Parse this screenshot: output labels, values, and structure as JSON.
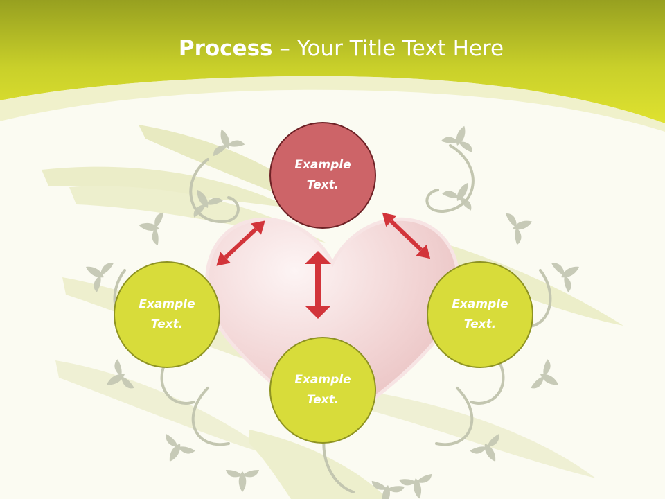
{
  "title": {
    "bold": "Process",
    "rest": " – Your Title Text Here"
  },
  "colors": {
    "header": "#d8dc2a",
    "header_dark": "#9aa022",
    "top_node": "#cd6468",
    "node": "#d8dc3a",
    "arrow": "#d2343a",
    "heart": "#f2cccc"
  },
  "nodes": {
    "top": {
      "line1": "Example",
      "line2": "Text."
    },
    "left": {
      "line1": "Example",
      "line2": "Text."
    },
    "right": {
      "line1": "Example",
      "line2": "Text."
    },
    "bottom": {
      "line1": "Example",
      "line2": "Text."
    }
  }
}
